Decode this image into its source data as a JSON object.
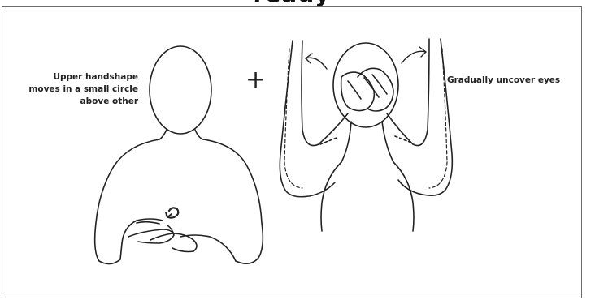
{
  "title": "ready",
  "captions": {
    "left": "Upper handshape moves in a small circle above other",
    "right": "Gradually uncover eyes"
  },
  "connector_symbol": "+",
  "colors": {
    "ink": "#222222",
    "frame": "#6c6c6c",
    "background": "#ffffff"
  }
}
